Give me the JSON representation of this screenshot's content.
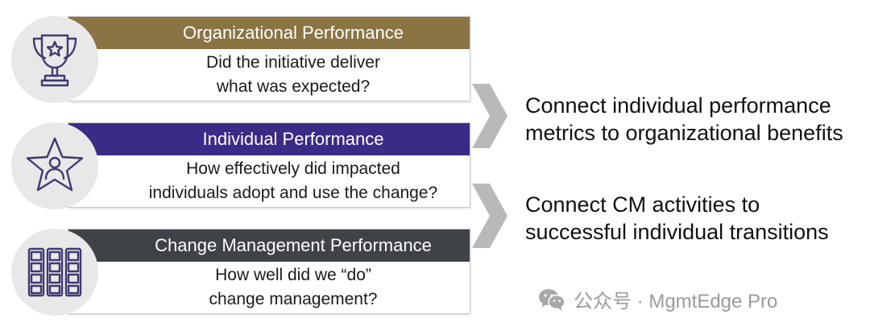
{
  "colors": {
    "org_header": "#8b7443",
    "individual_header": "#3b2b86",
    "cm_header": "#3f4347",
    "icon_stroke": "#3e3a72",
    "chevron": "#b9b9b9",
    "watermark": "#9a9a9a"
  },
  "rows": [
    {
      "icon": "trophy-icon",
      "header": "Organizational Performance",
      "body_line1": "Did the initiative deliver",
      "body_line2": "what was expected?"
    },
    {
      "icon": "star-person-icon",
      "header": "Individual Performance",
      "body_line1": "How effectively did impacted",
      "body_line2": "individuals adopt and use the change?"
    },
    {
      "icon": "grid-icon",
      "header": "Change Management Performance",
      "body_line1": "How well did we “do”",
      "body_line2": "change management?"
    }
  ],
  "statements": [
    {
      "line1": "Connect individual performance",
      "line2": "metrics to organizational benefits"
    },
    {
      "line1": "Connect CM activities to",
      "line2": "successful individual transitions"
    }
  ],
  "watermark": {
    "icon": "wechat-icon",
    "text": "公众号 · MgmtEdge Pro"
  }
}
